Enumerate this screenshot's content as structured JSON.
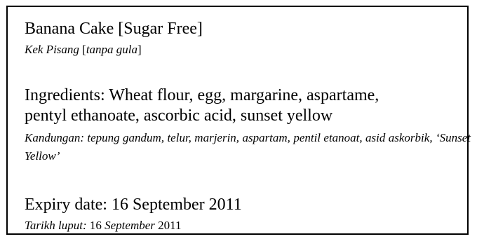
{
  "product": {
    "title": "Banana Cake  [Sugar Free]",
    "title_ms_name": "Kek Pisang",
    "title_ms_bracket_open": "[",
    "title_ms_qualifier": "tanpa gula",
    "title_ms_bracket_close": "]"
  },
  "ingredients": {
    "line1": "Ingredients: Wheat flour, egg, margarine, aspartame,",
    "line2": "pentyl ethanoate, ascorbic acid, sunset yellow",
    "ms_text": "Kandungan: tepung gandum, telur, marjerin, aspartam, pentil etanoat, asid askorbik, ‘Sunset Yellow’"
  },
  "expiry": {
    "label": "Expiry date: 16 September 2011",
    "ms_label": "Tarikh luput:",
    "ms_day": " 16 ",
    "ms_month": "September",
    "ms_year": " 2011"
  }
}
